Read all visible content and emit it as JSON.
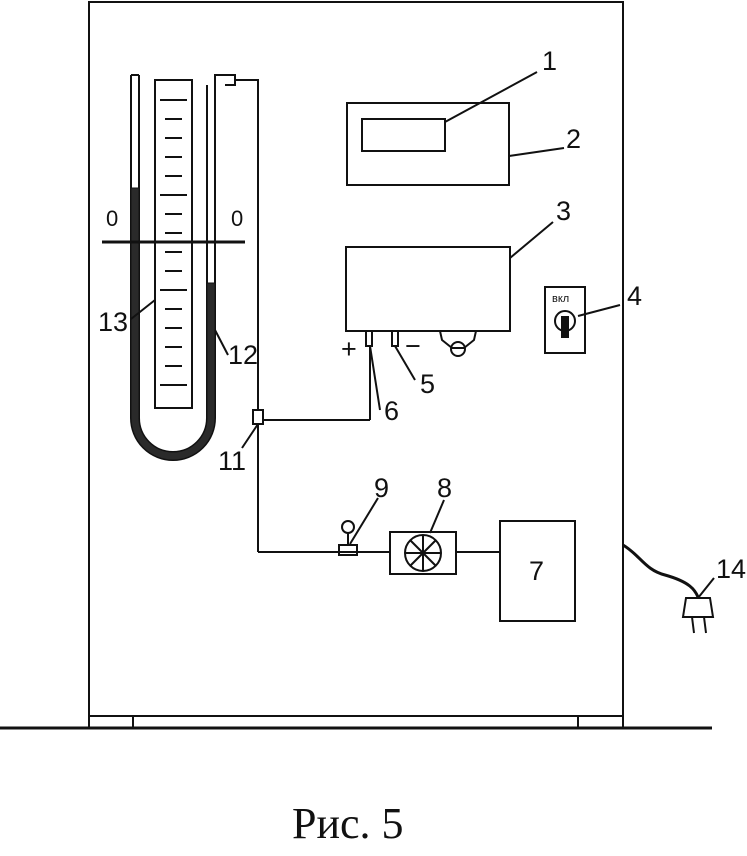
{
  "labels": {
    "n1": "1",
    "n2": "2",
    "n3": "3",
    "n4": "4",
    "n5": "5",
    "n6": "6",
    "n7": "7",
    "n8": "8",
    "n9": "9",
    "n11": "11",
    "n12": "12",
    "n13": "13",
    "n14": "14"
  },
  "manometer": {
    "zero_left": "0",
    "zero_right": "0"
  },
  "block3": {
    "plus": "+",
    "minus": "−"
  },
  "switch": {
    "label": "вкл"
  },
  "caption": "Рис. 5"
}
